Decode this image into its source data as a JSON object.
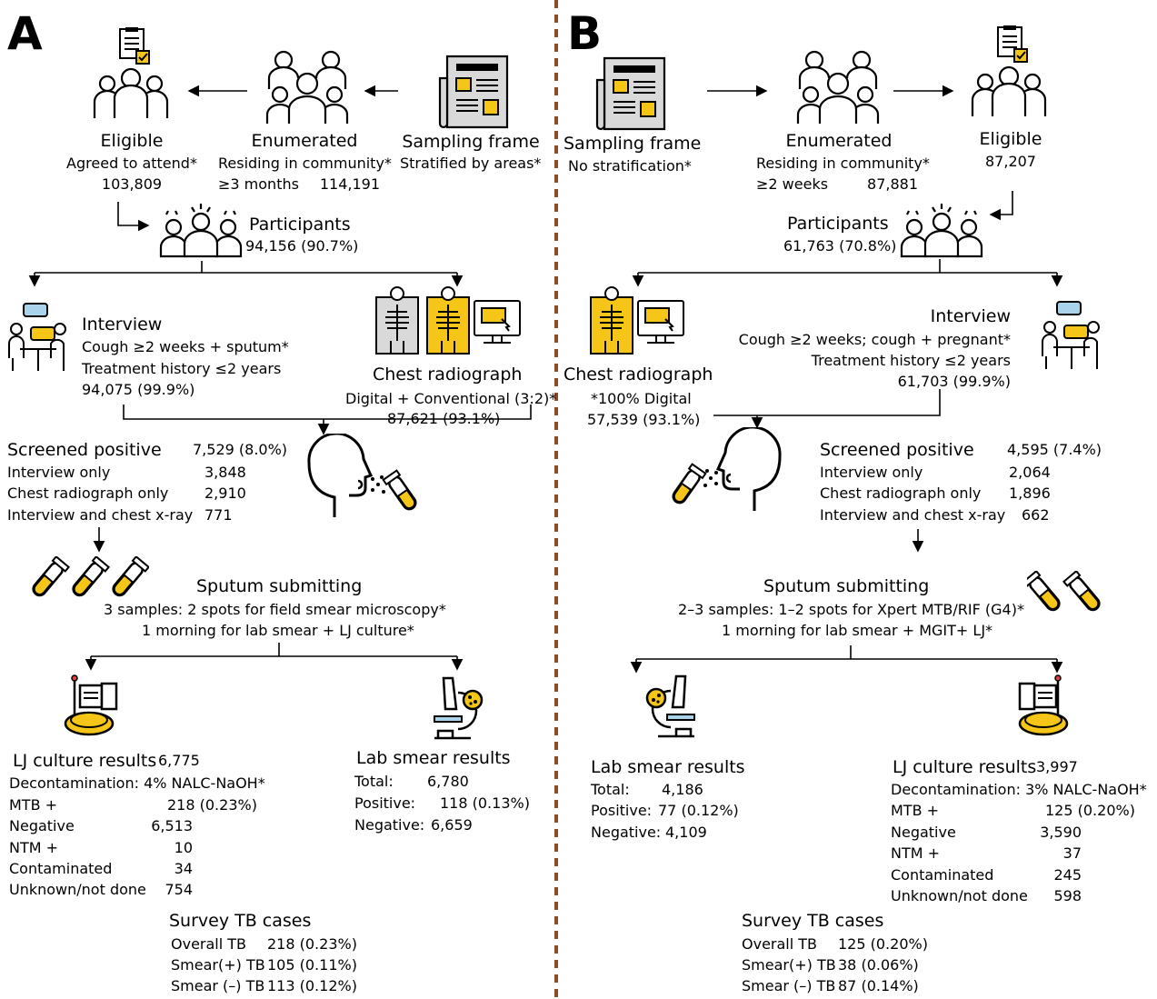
{
  "panelA": {
    "label": "A",
    "eligible": {
      "title": "Eligible",
      "line1": "Agreed to attend*",
      "line2": "103,809"
    },
    "enumerated": {
      "title": "Enumerated",
      "line1": "Residing in community*",
      "line2a": "≥3 months",
      "line2b": "114,191"
    },
    "sampling": {
      "title": "Sampling frame",
      "line1": "Stratified by areas*"
    },
    "participants": {
      "title": "Participants",
      "value": "94,156 (90.7%)"
    },
    "interview": {
      "title": "Interview",
      "line1": "Cough ≥2 weeks + sputum*",
      "line2": "Treatment history ≤2 years",
      "line3": "94,075 (99.9%)"
    },
    "radiograph": {
      "title": "Chest radiograph",
      "line1": "Digital + Conventional (3:2)*",
      "line2": "87,621 (93.1%)"
    },
    "screened": {
      "title": "Screened positive",
      "title_value": "7,529 (8.0%)",
      "rows": [
        {
          "label": "Interview only",
          "value": "3,848"
        },
        {
          "label": "Chest radiograph only",
          "value": "2,910"
        },
        {
          "label": "Interview and chest x-ray",
          "value": "771"
        }
      ]
    },
    "sputum": {
      "title": "Sputum submitting",
      "line1": "3 samples:  2 spots for field smear microscopy*",
      "line2": "1 morning for lab smear + LJ culture*"
    },
    "lj": {
      "title": "LJ culture results",
      "title_value": "6,775",
      "decon": "Decontamination: 4% NALC-NaOH*",
      "rows": [
        {
          "label": "MTB +",
          "value": "218 (0.23%)"
        },
        {
          "label": "Negative",
          "value": "6,513"
        },
        {
          "label": "NTM +",
          "value": "10"
        },
        {
          "label": "Contaminated",
          "value": "34"
        },
        {
          "label": "Unknown/not done",
          "value": "754"
        }
      ]
    },
    "smear": {
      "title": "Lab smear results",
      "rows": [
        {
          "label": "Total:",
          "value": "6,780"
        },
        {
          "label": "Positive:",
          "value": "118 (0.13%)"
        },
        {
          "label": "Negative:",
          "value": "6,659"
        }
      ]
    },
    "cases": {
      "title": "Survey TB cases",
      "rows": [
        {
          "label": "Overall TB",
          "value": "218 (0.23%)"
        },
        {
          "label": "Smear(+) TB",
          "value": "105 (0.11%)"
        },
        {
          "label": "Smear (–) TB",
          "value": "113 (0.12%)"
        }
      ]
    }
  },
  "panelB": {
    "label": "B",
    "sampling": {
      "title": "Sampling frame",
      "line1": "No stratification*"
    },
    "enumerated": {
      "title": "Enumerated",
      "line1": "Residing in community*",
      "line2a": "≥2 weeks",
      "line2b": "87,881"
    },
    "eligible": {
      "title": "Eligible",
      "line1": "87,207"
    },
    "participants": {
      "title": "Participants",
      "value": "61,763 (70.8%)"
    },
    "radiograph": {
      "title": "Chest radiograph",
      "line1": "*100% Digital",
      "line2": "57,539 (93.1%)"
    },
    "interview": {
      "title": "Interview",
      "line1": "Cough ≥2 weeks; cough + pregnant*",
      "line2": "Treatment history ≤2 years",
      "line3": "61,703 (99.9%)"
    },
    "screened": {
      "title": "Screened positive",
      "title_value": "4,595 (7.4%)",
      "rows": [
        {
          "label": "Interview only",
          "value": "2,064"
        },
        {
          "label": "Chest radiograph only",
          "value": "1,896"
        },
        {
          "label": "Interview and chest x-ray",
          "value": "662"
        }
      ]
    },
    "sputum": {
      "title": "Sputum submitting",
      "line1": "2–3 samples:  1–2 spots for Xpert MTB/RIF (G4)*",
      "line2": "1 morning for lab smear + MGIT+ LJ*"
    },
    "smear": {
      "title": "Lab smear results",
      "rows": [
        {
          "label": "Total:",
          "value": "4,186"
        },
        {
          "label": "Positive:",
          "value": "77 (0.12%)"
        },
        {
          "label": "Negative:",
          "value": "4,109"
        }
      ]
    },
    "lj": {
      "title": "LJ culture results",
      "title_value": "3,997",
      "decon": "Decontamination: 3% NALC-NaOH*",
      "rows": [
        {
          "label": "MTB +",
          "value": "125 (0.20%)"
        },
        {
          "label": "Negative",
          "value": "3,590"
        },
        {
          "label": "NTM +",
          "value": "37"
        },
        {
          "label": "Contaminated",
          "value": "245"
        },
        {
          "label": "Unknown/not done",
          "value": "598"
        }
      ]
    },
    "cases": {
      "title": "Survey TB cases",
      "rows": [
        {
          "label": "Overall TB",
          "value": "125 (0.20%)"
        },
        {
          "label": "Smear(+) TB",
          "value": "38 (0.06%)"
        },
        {
          "label": "Smear (–) TB",
          "value": "87 (0.14%)"
        }
      ]
    }
  },
  "colors": {
    "accent_yellow": "#f5c518",
    "divider": "#8b4a2b",
    "icon_blue": "#a9d3ea"
  }
}
